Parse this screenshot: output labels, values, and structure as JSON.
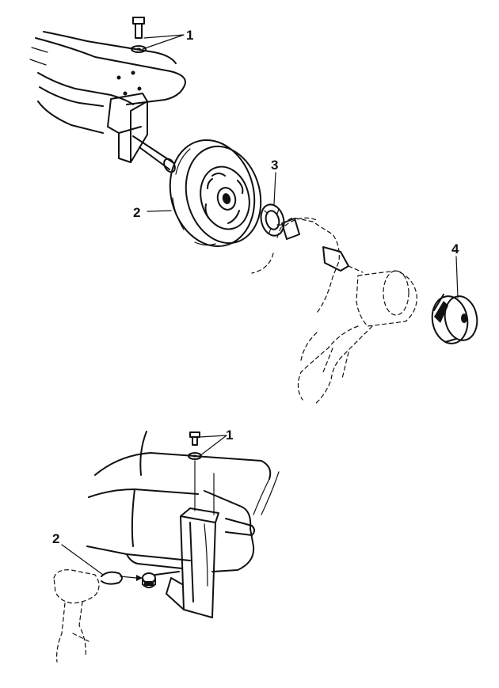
{
  "top_diagram": {
    "labels": {
      "bolt_washer": "1",
      "wheel": "2",
      "bearing": "3",
      "hub_cap": "4"
    }
  },
  "bottom_diagram": {
    "labels": {
      "bolt_washer": "1",
      "clip": "2"
    }
  },
  "colors": {
    "ink": "#111111",
    "background": "#ffffff"
  }
}
